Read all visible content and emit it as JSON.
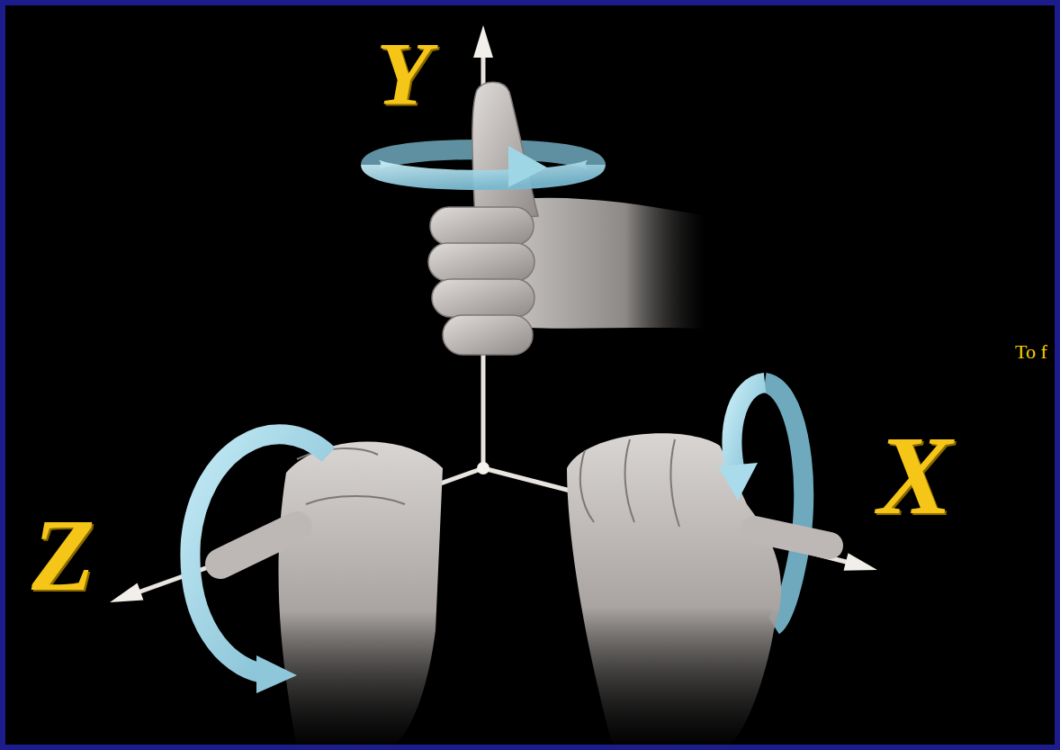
{
  "diagram": {
    "labels": [
      "Y",
      "To f",
      "X",
      "Z"
    ]
  }
}
